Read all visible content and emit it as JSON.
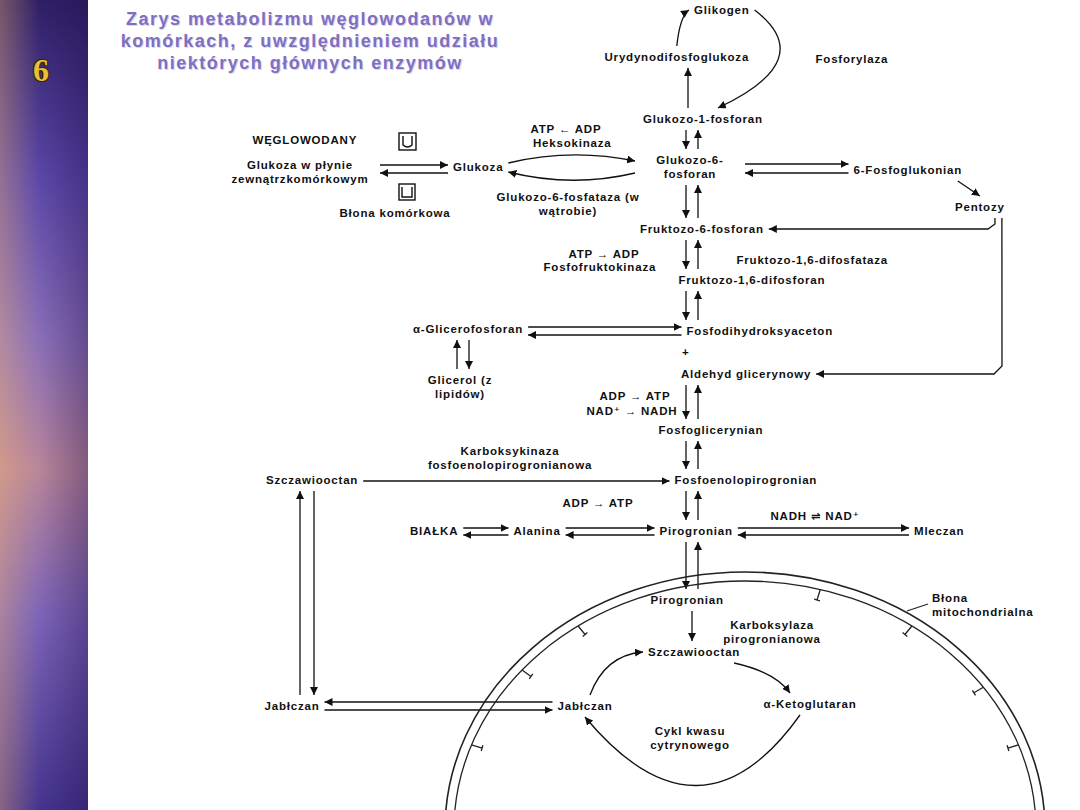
{
  "diagram": {
    "title": "Zarys metabolizmu węglowodanów w komórkach, z uwzględnieniem udziału niektórych głównych enzymów",
    "nodes": [
      {
        "text": [
          "Glikogen"
        ]
      },
      {
        "text": [
          "Urydynodifosfoglukoza"
        ]
      },
      {
        "text": [
          "Glukozo-1-fosforan"
        ]
      },
      {
        "text": [
          "Glukoza w płynie zewnątrzkomórkowym"
        ]
      },
      {
        "text": [
          "Glukoza"
        ]
      },
      {
        "text": [
          "Glukozo-6-fosforan"
        ]
      },
      {
        "text": [
          "6-Fosfoglukonian"
        ]
      },
      {
        "text": [
          "Pentozy"
        ]
      },
      {
        "text": [
          "Fruktozo-6-fosforan"
        ]
      },
      {
        "text": [
          "Fruktozo-1,6-difosforan"
        ]
      },
      {
        "text": [
          "α-Glicerofosforan"
        ]
      },
      {
        "text": [
          "Fosfodihydroksyaceton"
        ]
      },
      {
        "text": [
          "Aldehyd glicerynowy"
        ]
      },
      {
        "text": [
          "Glicerol (z lipidów)"
        ]
      },
      {
        "text": [
          "Fosfoglicerynian"
        ]
      },
      {
        "text": [
          "Szczawiooctan"
        ]
      },
      {
        "text": [
          "Fosfoenolopirogronian"
        ]
      },
      {
        "text": [
          "BIAŁKA"
        ]
      },
      {
        "text": [
          "Alanina"
        ]
      },
      {
        "text": [
          "Pirogronian"
        ]
      },
      {
        "text": [
          "Mleczan"
        ]
      },
      {
        "text": [
          "Jabłczan"
        ]
      },
      {
        "text": [
          "Błona mitochondrialna"
        ]
      },
      {
        "text": [
          "Pirogronian"
        ],
        "in": 22
      },
      {
        "text": [
          "Szczawiooctan"
        ],
        "in": 22
      },
      {
        "text": [
          "Jabłczan"
        ],
        "in": 22
      },
      {
        "text": [
          "α-Ketoglutaran"
        ],
        "in": 22
      }
    ],
    "edges": [
      {
        "from": 1,
        "to": 0,
        "arrow": "to"
      },
      {
        "from": 0,
        "to": 2,
        "label": "Fosforylaza",
        "arrow": "to"
      },
      {
        "from": 2,
        "to": 1,
        "arrow": "to"
      },
      {
        "from": 2,
        "to": 5,
        "arrow": "to"
      },
      {
        "from": 5,
        "to": 2,
        "arrow": "to"
      },
      {
        "from": 3,
        "to": 4,
        "arrow": "to"
      },
      {
        "from": 4,
        "to": 3,
        "arrow": "to"
      },
      {
        "from": 4,
        "to": 5,
        "label": "Heksokinaza",
        "arrow": "to"
      },
      {
        "from": 5,
        "to": 4,
        "label": "Glukozo-6-fosfataza (w wątrobie)",
        "arrow": "to"
      },
      {
        "from": 5,
        "to": 6,
        "arrow": "to"
      },
      {
        "from": 6,
        "to": 5,
        "arrow": "to"
      },
      {
        "from": 6,
        "to": 7,
        "arrow": "to"
      },
      {
        "from": 7,
        "to": 8,
        "arrow": "to"
      },
      {
        "from": 7,
        "to": 12,
        "arrow": "to"
      },
      {
        "from": 5,
        "to": 8,
        "arrow": "to"
      },
      {
        "from": 8,
        "to": 5,
        "arrow": "to"
      },
      {
        "from": 8,
        "to": 9,
        "label": "Fosfofruktokinaza",
        "arrow": "to"
      },
      {
        "from": 9,
        "to": 8,
        "label": "Fruktozo-1,6-difosfataza",
        "arrow": "to"
      },
      {
        "from": 9,
        "to": 11,
        "arrow": "to"
      },
      {
        "from": 11,
        "to": 9,
        "arrow": "to"
      },
      {
        "from": 10,
        "to": 11,
        "arrow": "to"
      },
      {
        "from": 11,
        "to": 10,
        "arrow": "to"
      },
      {
        "from": 10,
        "to": 13,
        "arrow": "to"
      },
      {
        "from": 13,
        "to": 10,
        "arrow": "to"
      },
      {
        "from": 12,
        "to": 14,
        "arrow": "to"
      },
      {
        "from": 14,
        "to": 12,
        "arrow": "to"
      },
      {
        "from": 15,
        "to": 16,
        "label": "Karboksykinaza fosfoenolopirogronianowa",
        "arrow": "to"
      },
      {
        "from": 14,
        "to": 16,
        "arrow": "to"
      },
      {
        "from": 16,
        "to": 14,
        "arrow": "to"
      },
      {
        "from": 16,
        "to": 19,
        "arrow": "to"
      },
      {
        "from": 19,
        "to": 16,
        "arrow": "to"
      },
      {
        "from": 17,
        "to": 18,
        "arrow": "to"
      },
      {
        "from": 18,
        "to": 17,
        "arrow": "to"
      },
      {
        "from": 18,
        "to": 19,
        "arrow": "to"
      },
      {
        "from": 19,
        "to": 18,
        "arrow": "to"
      },
      {
        "from": 19,
        "to": 20,
        "label": "NADH ⇌ NAD⁺",
        "arrow": "to"
      },
      {
        "from": 20,
        "to": 19,
        "arrow": "to"
      },
      {
        "from": 19,
        "to": 23,
        "arrow": "to"
      },
      {
        "from": 23,
        "to": 19,
        "arrow": "to"
      },
      {
        "from": 23,
        "to": 24,
        "label": "Karboksylaza pirogronianowa",
        "arrow": "to"
      },
      {
        "from": 24,
        "to": 26,
        "arrow": "to"
      },
      {
        "from": 26,
        "to": 25,
        "arrow": "to"
      },
      {
        "from": 25,
        "to": 24,
        "arrow": "to"
      },
      {
        "from": 25,
        "to": 21,
        "arrow": "to"
      },
      {
        "from": 21,
        "to": 25,
        "arrow": "to"
      },
      {
        "from": 21,
        "to": 15,
        "arrow": "to"
      },
      {
        "from": 15,
        "to": 21,
        "arrow": "to"
      }
    ],
    "labels": [
      "6",
      "WĘGLOWODANY",
      "Błona komórkowa",
      "ATP ← ADP",
      "ATP → ADP",
      "+",
      "ADP → ATP",
      "NAD⁺ → NADH",
      "ADP → ATP",
      "Cykl kwasu cytrynowego"
    ]
  }
}
